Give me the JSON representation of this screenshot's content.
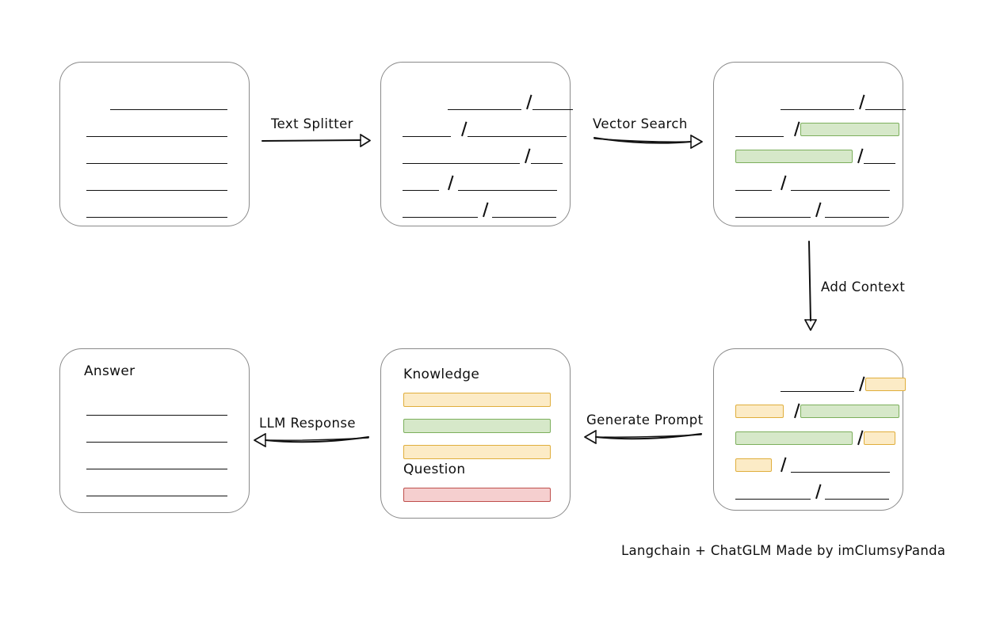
{
  "diagram": {
    "title": "Langchain + ChatGLM RAG pipeline",
    "footer": "Langchain + ChatGLM Made by imClumsyPanda",
    "colors": {
      "box_border": "#8a8a8a",
      "text_line": "#111111",
      "highlight_green_fill": "#D6E8C9",
      "highlight_green_border": "#7CAF5C",
      "highlight_yellow_fill": "#FCEBC6",
      "highlight_yellow_border": "#E0AE3C",
      "highlight_red_fill": "#F5CFCF",
      "highlight_red_border": "#BF4F4C"
    },
    "arrows": [
      {
        "id": "text-splitter",
        "label": "Text Splitter",
        "direction": "right"
      },
      {
        "id": "vector-search",
        "label": "Vector Search",
        "direction": "right"
      },
      {
        "id": "add-context",
        "label": "Add Context",
        "direction": "down"
      },
      {
        "id": "generate-prompt",
        "label": "Generate Prompt",
        "direction": "left"
      },
      {
        "id": "llm-response",
        "label": "LLM Response",
        "direction": "left"
      }
    ],
    "boxes": [
      {
        "id": "source-document",
        "name": "Source Document",
        "title": "",
        "rows": [
          {
            "segments": [
              {
                "type": "gap",
                "w": 30
              },
              {
                "type": "line",
                "w": 148
              }
            ]
          },
          {
            "segments": [
              {
                "type": "line",
                "w": 178
              }
            ]
          },
          {
            "segments": [
              {
                "type": "line",
                "w": 178
              }
            ]
          },
          {
            "segments": [
              {
                "type": "line",
                "w": 178
              }
            ]
          },
          {
            "segments": [
              {
                "type": "line",
                "w": 178
              }
            ]
          }
        ]
      },
      {
        "id": "split-chunks",
        "name": "Split Chunks",
        "title": "",
        "rows": [
          {
            "segments": [
              {
                "type": "gap",
                "w": 57
              },
              {
                "type": "line",
                "w": 93
              },
              {
                "type": "slash"
              },
              {
                "type": "line",
                "w": 51
              }
            ]
          },
          {
            "segments": [
              {
                "type": "line",
                "w": 61
              },
              {
                "type": "gap",
                "w": 7
              },
              {
                "type": "slash"
              },
              {
                "type": "line",
                "w": 125
              }
            ]
          },
          {
            "segments": [
              {
                "type": "line",
                "w": 148
              },
              {
                "type": "slash"
              },
              {
                "type": "line",
                "w": 40
              }
            ]
          },
          {
            "segments": [
              {
                "type": "line",
                "w": 46
              },
              {
                "type": "gap",
                "w": 5
              },
              {
                "type": "slash"
              },
              {
                "type": "gap",
                "w": 5
              },
              {
                "type": "line",
                "w": 125
              }
            ]
          },
          {
            "segments": [
              {
                "type": "line",
                "w": 95
              },
              {
                "type": "slash"
              },
              {
                "type": "gap",
                "w": 4
              },
              {
                "type": "line",
                "w": 81
              }
            ]
          }
        ]
      },
      {
        "id": "retrieved-chunks",
        "name": "Retrieved Chunks",
        "title": "",
        "rows": [
          {
            "segments": [
              {
                "type": "gap",
                "w": 57
              },
              {
                "type": "line",
                "w": 93
              },
              {
                "type": "slash"
              },
              {
                "type": "line",
                "w": 51
              }
            ]
          },
          {
            "segments": [
              {
                "type": "line",
                "w": 61
              },
              {
                "type": "gap",
                "w": 7
              },
              {
                "type": "slash"
              },
              {
                "type": "hl",
                "color": "green",
                "w": 125
              }
            ]
          },
          {
            "segments": [
              {
                "type": "hl",
                "color": "green",
                "w": 148
              },
              {
                "type": "slash"
              },
              {
                "type": "line",
                "w": 40
              }
            ]
          },
          {
            "segments": [
              {
                "type": "line",
                "w": 46
              },
              {
                "type": "gap",
                "w": 5
              },
              {
                "type": "slash"
              },
              {
                "type": "gap",
                "w": 5
              },
              {
                "type": "line",
                "w": 125
              }
            ]
          },
          {
            "segments": [
              {
                "type": "line",
                "w": 95
              },
              {
                "type": "slash"
              },
              {
                "type": "gap",
                "w": 4
              },
              {
                "type": "line",
                "w": 81
              }
            ]
          }
        ]
      },
      {
        "id": "context-with-question",
        "name": "Context With Question",
        "title": "",
        "rows": [
          {
            "segments": [
              {
                "type": "gap",
                "w": 57
              },
              {
                "type": "line",
                "w": 93
              },
              {
                "type": "slash"
              },
              {
                "type": "hl",
                "color": "yellow",
                "w": 51
              }
            ]
          },
          {
            "segments": [
              {
                "type": "hl",
                "color": "yellow",
                "w": 61
              },
              {
                "type": "gap",
                "w": 7
              },
              {
                "type": "slash"
              },
              {
                "type": "hl",
                "color": "green",
                "w": 125
              }
            ]
          },
          {
            "segments": [
              {
                "type": "hl",
                "color": "green",
                "w": 148
              },
              {
                "type": "slash"
              },
              {
                "type": "hl",
                "color": "yellow",
                "w": 40
              }
            ]
          },
          {
            "segments": [
              {
                "type": "hl",
                "color": "yellow",
                "w": 46
              },
              {
                "type": "gap",
                "w": 5
              },
              {
                "type": "slash"
              },
              {
                "type": "gap",
                "w": 5
              },
              {
                "type": "line",
                "w": 125
              }
            ]
          },
          {
            "segments": [
              {
                "type": "line",
                "w": 95
              },
              {
                "type": "slash"
              },
              {
                "type": "gap",
                "w": 4
              },
              {
                "type": "line",
                "w": 81
              }
            ]
          }
        ]
      }
    ],
    "prompt_box": {
      "id": "prompt",
      "name": "Prompt",
      "knowledge_label": "Knowledge",
      "question_label": "Question",
      "knowledge_bars": [
        {
          "color": "yellow"
        },
        {
          "color": "green"
        },
        {
          "color": "yellow"
        }
      ],
      "question_bars": [
        {
          "color": "red"
        }
      ]
    },
    "answer_box": {
      "id": "answer",
      "name": "Answer",
      "title": "Answer",
      "rows": [
        {
          "segments": [
            {
              "type": "line",
              "w": 178
            }
          ]
        },
        {
          "segments": [
            {
              "type": "line",
              "w": 178
            }
          ]
        },
        {
          "segments": [
            {
              "type": "line",
              "w": 178
            }
          ]
        },
        {
          "segments": [
            {
              "type": "line",
              "w": 178
            }
          ]
        }
      ]
    }
  }
}
